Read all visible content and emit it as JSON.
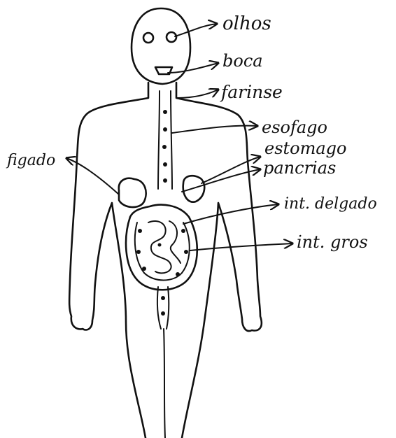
{
  "labels": {
    "olhos": "olhos",
    "boca": "boca",
    "faringe": "farinse",
    "esofago": "esofago",
    "estomago": "estomago",
    "pancreas": "pancrias",
    "figado": "figado",
    "int_delgado": "int. delgado",
    "int_grosso": "int. gros"
  },
  "colors": {
    "ink": "#111111",
    "paper": "#ffffff"
  }
}
